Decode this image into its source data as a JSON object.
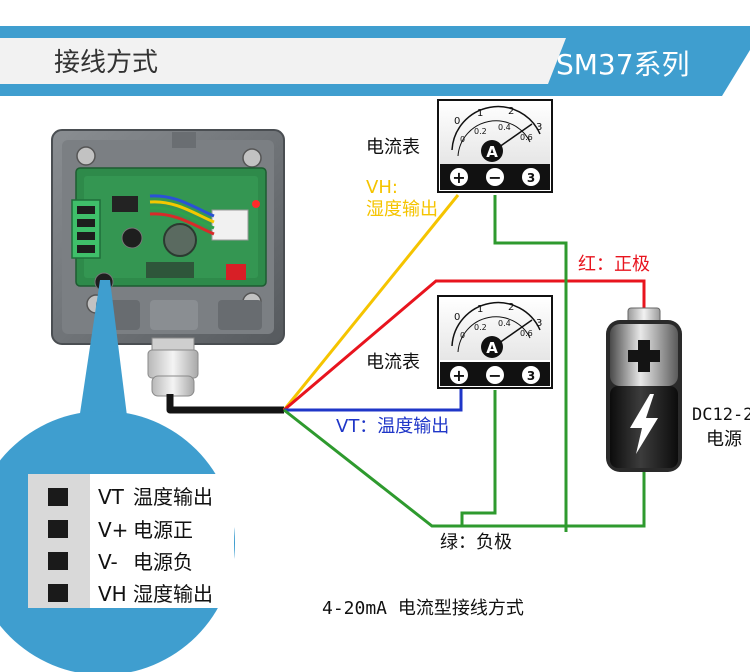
{
  "header": {
    "title": "接线方式",
    "series": "SM37系列",
    "color": "#3f9ecf"
  },
  "meters": {
    "label": "电流表",
    "scale_top": [
      "0",
      "1",
      "2"
    ],
    "scale_inner": [
      "0",
      "0.2",
      "0.4",
      "0.6"
    ],
    "scale_right": "3",
    "unit": "A",
    "terminals": [
      "+",
      "−",
      "3"
    ]
  },
  "wires": {
    "vh_line1": "VH:",
    "vh_line2": "湿度输出",
    "red": "红：正极",
    "vt": "VT：温度输出",
    "green": "绿：负极",
    "colors": {
      "vh": "#f5c400",
      "red": "#e8141e",
      "vt": "#1f36c8",
      "green": "#2e9a2e",
      "cable": "#141414"
    }
  },
  "battery": {
    "line1": "DC12-2",
    "line2": "电源"
  },
  "pins": [
    {
      "code": "VT",
      "label": "温度输出"
    },
    {
      "code": "V+",
      "label": "电源正"
    },
    {
      "code": "V-",
      "label": "电源负"
    },
    {
      "code": "VH",
      "label": "湿度输出"
    }
  ],
  "caption": "4-20mA 电流型接线方式"
}
